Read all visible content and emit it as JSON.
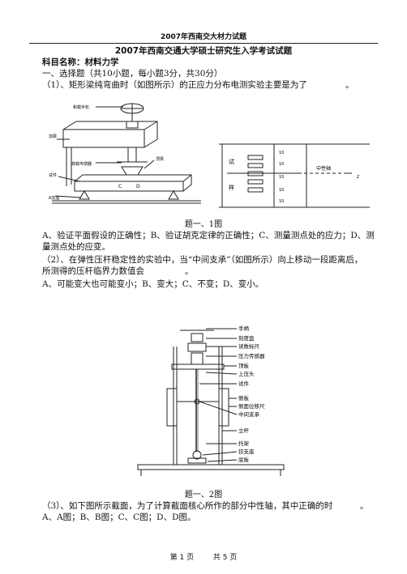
{
  "header": {
    "running_title": "2007年西南交大材力试题"
  },
  "exam": {
    "title": "2007年西南交通大学硕士研究生入学考试试题",
    "subject": "科目名称：材料力学",
    "section": "一、选择题（共10小题，每小题3分，共30分）"
  },
  "q1": {
    "stem": "（1）、矩形梁纯弯曲时（如图所示）的正应力分布电测实验主要是为了",
    "blank_end": "。",
    "figure_caption": "题一、1图",
    "options_line1": "A、验证平面假设的正确性；B、验证胡克定律的正确性；C、测量测点处的应力；D、测",
    "options_line2": "量测点处的应变。",
    "left_labels": {
      "wheel": "和载手轮",
      "beam_top": "加梁",
      "sensor": "荷载传感器",
      "specimen": "试件",
      "support": "A支座",
      "pusher": "顶梁",
      "c": "C",
      "d": "D"
    },
    "right_labels": {
      "top": "试",
      "bottom": "样",
      "neutral": "中性轴",
      "ticks": [
        "10",
        "10",
        "10",
        "10",
        "10"
      ]
    }
  },
  "q2": {
    "stem_line1": "（2）、在弹性压杆稳定性的实验中，当“中间支承”（如图所示）向上移动一段距离后，",
    "stem_line2": "所测得的压杆临界力数值会",
    "blank_end": "。",
    "options": "A、可能变大也可能变小；B、变大；C、不变；D、变小。",
    "figure_caption": "题一、2图",
    "labels": [
      "手柄",
      "刻度盘",
      "读数标尺",
      "压力传感器",
      "顶板",
      "上压头",
      "试件",
      "侧板",
      "侧面位移尺",
      "中间支承",
      "立杆",
      "托架",
      "铰支座",
      "底板"
    ]
  },
  "q3": {
    "stem": "（3）、如下图所示截面，为了计算截面核心所作的部分中性轴，其中正确的时",
    "blank_end": "。",
    "options": "A、A图；B、B图；C、C图；D、D图。"
  },
  "footer": {
    "page": "第 1 页",
    "total": "共 5 页"
  }
}
